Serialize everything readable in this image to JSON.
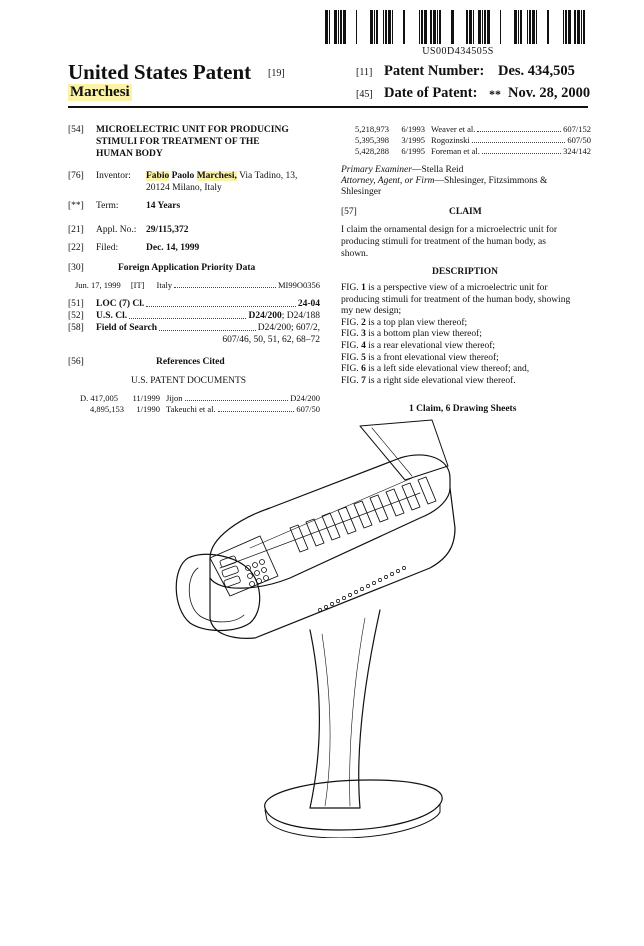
{
  "header": {
    "barcode_number": "US00D434505S",
    "title": "United States Patent",
    "title_code": "[19]",
    "inventor_surname": "Marchesi",
    "patent_number_code": "[11]",
    "patent_number_label": "Patent Number:",
    "patent_number": "Des. 434,505",
    "date_code": "[45]",
    "date_label": "Date of Patent:",
    "date_marker": "**",
    "date": "Nov. 28, 2000"
  },
  "left": {
    "title_code": "[54]",
    "title_lines": [
      "MICROELECTRIC UNIT FOR PRODUCING",
      "STIMULI FOR TREATMENT OF THE",
      "HUMAN BODY"
    ],
    "inventor_code": "[76]",
    "inventor_label": "Inventor:",
    "inventor_first": "Fabio",
    "inventor_middle": "Paolo",
    "inventor_last": "Marchesi,",
    "inventor_addr1": "Via Tadino, 13,",
    "inventor_addr2": "20124 Milano, Italy",
    "term_code": "[**]",
    "term_label": "Term:",
    "term_value": "14 Years",
    "appl_code": "[21]",
    "appl_label": "Appl. No.:",
    "appl_value": "29/115,372",
    "filed_code": "[22]",
    "filed_label": "Filed:",
    "filed_value": "Dec. 14, 1999",
    "foreign_code": "[30]",
    "foreign_title": "Foreign Application Priority Data",
    "foreign_date": "Jun. 17, 1999",
    "foreign_cc": "[IT]",
    "foreign_country": "Italy",
    "foreign_number": "MI99O0356",
    "loc_code": "[51]",
    "loc_label": "LOC (7) Cl.",
    "loc_value": "24-04",
    "us_code": "[52]",
    "us_label": "U.S. Cl.",
    "us_value_bold": "D24/200",
    "us_value_rest": "; D24/188",
    "fos_code": "[58]",
    "fos_label": "Field of Search",
    "fos_value1": "D24/200; 607/2,",
    "fos_value2": "607/46, 50, 51, 62, 68–72",
    "ref_code": "[56]",
    "ref_title": "References Cited",
    "ref_subtitle": "U.S. PATENT DOCUMENTS",
    "references": [
      {
        "number": "D. 417,005",
        "date": "11/1999",
        "name": "Jijon",
        "cls": "D24/200"
      },
      {
        "number": "4,895,153",
        "date": "1/1990",
        "name": "Takeuchi et al.",
        "cls": "607/50"
      }
    ]
  },
  "right": {
    "references": [
      {
        "number": "5,218,973",
        "date": "6/1993",
        "name": "Weaver et al.",
        "cls": "607/152"
      },
      {
        "number": "5,395,398",
        "date": "3/1995",
        "name": "Rogozinski",
        "cls": "607/50"
      },
      {
        "number": "5,428,288",
        "date": "6/1995",
        "name": "Foreman et al.",
        "cls": "324/142"
      }
    ],
    "examiner_label": "Primary Examiner",
    "examiner": "—Stella Reid",
    "attorney_label": "Attorney, Agent, or Firm",
    "attorney": "—Shlesinger, Fitzsimmons &",
    "attorney2": "Shlesinger",
    "claim_code": "[57]",
    "claim_title": "CLAIM",
    "claim_text1": "I claim the ornamental design for a microelectric unit for",
    "claim_text2": "producing stimuli for treatment of the human body, as",
    "claim_text3": "shown.",
    "description_title": "DESCRIPTION",
    "fig_lines": [
      {
        "pre": "FIG. ",
        "n": "1",
        "post": " is a perspective view of a microelectric unit for"
      },
      {
        "pre": "",
        "n": "",
        "post": "producing stimuli for treatment of the human body, showing"
      },
      {
        "pre": "",
        "n": "",
        "post": "my new design;"
      },
      {
        "pre": "FIG. ",
        "n": "2",
        "post": " is a top plan view thereof;"
      },
      {
        "pre": "FIG. ",
        "n": "3",
        "post": " is a bottom plan view thereof;"
      },
      {
        "pre": "FIG. ",
        "n": "4",
        "post": " is a rear elevational view thereof;"
      },
      {
        "pre": "FIG. ",
        "n": "5",
        "post": " is a front elevational view thereof;"
      },
      {
        "pre": "FIG. ",
        "n": "6",
        "post": " is a left side elevational view thereof; and,"
      },
      {
        "pre": "FIG. ",
        "n": "7",
        "post": " is a right side elevational view thereof."
      }
    ],
    "claims_sheets": "1 Claim, 6 Drawing Sheets"
  },
  "colors": {
    "highlight": "#fbf3a6",
    "ink": "#111111"
  }
}
